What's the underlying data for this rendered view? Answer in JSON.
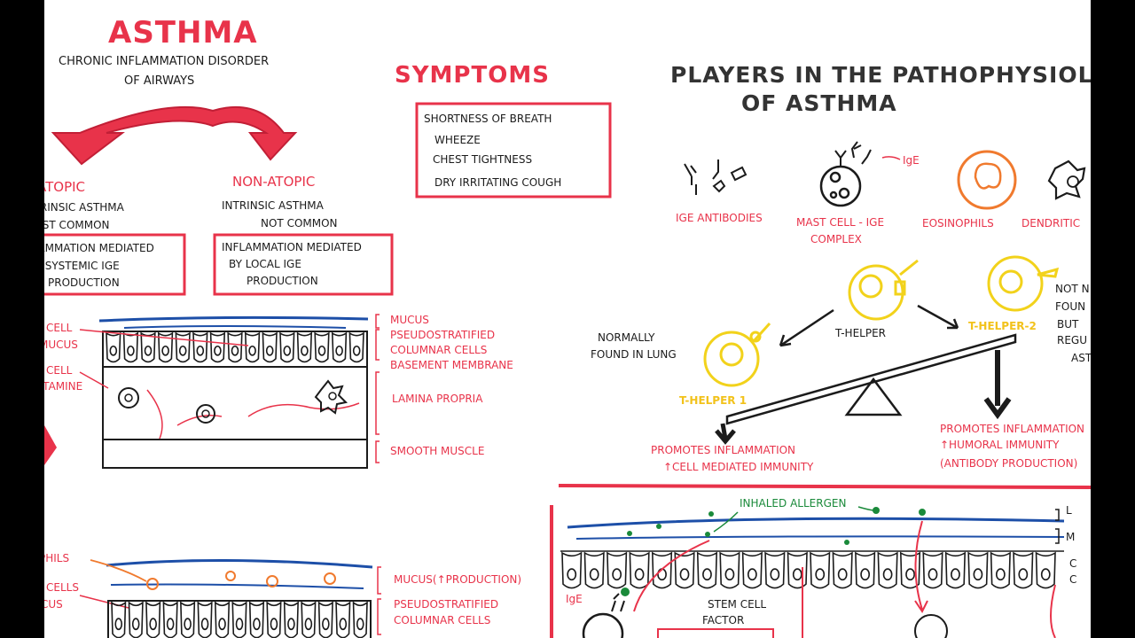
{
  "left": {
    "title": "ASTHMA",
    "subtitle_line1": "CHRONIC INFLAMMATION DISORDER",
    "subtitle_line2": "OF AIRWAYS",
    "atopic": {
      "heading": "ATOPIC",
      "line1": "EXTRINSIC ASTHMA",
      "line2": "MOST COMMON",
      "box_line1": "INFLAMMATION MEDIATED",
      "box_line2": "BY SYSTEMIC IgE",
      "box_line3": "PRODUCTION"
    },
    "non_atopic": {
      "heading": "NON-ATOPIC",
      "line1": "INTRINSIC ASTHMA",
      "line2": "NOT COMMON",
      "box_line1": "INFLAMMATION MEDIATED",
      "box_line2": "BY LOCAL IgE",
      "box_line3": "PRODUCTION"
    },
    "airway1": {
      "left_label1": "CELL",
      "left_label2": "MUCUS",
      "left_label3": "CELL",
      "left_label4": "HISTAMINE",
      "mucus": "MUCUS",
      "pseudo1": "PSEUDOSTRATIFIED",
      "pseudo2": "COLUMNAR CELLS",
      "basement": "BASEMENT MEMBRANE",
      "lamina": "LAMINA PROPRIA",
      "smooth": "SMOOTH MUSCLE"
    },
    "airway2": {
      "left_label1": "PHILS",
      "left_label2": "CELLS",
      "left_label3": "CUS",
      "mucus": "MUCUS(↑PRODUCTION)",
      "pseudo1": "PSEUDOSTRATIFIED",
      "pseudo2": "COLUMNAR CELLS"
    }
  },
  "symptoms": {
    "title": "SYMPTOMS",
    "items": [
      "SHORTNESS OF BREATH",
      "WHEEZE",
      "CHEST TIGHTNESS",
      "DRY IRRITATING COUGH"
    ]
  },
  "players": {
    "title_line1": "PLAYERS IN THE PATHOPHYSIOLOGY",
    "title_line2": "OF ASTHMA",
    "ige_tag": "IgE",
    "labels": {
      "ige_antibodies": "IgE ANTIBODIES",
      "mast_cell_line1": "MAST CELL - IgE",
      "mast_cell_line2": "COMPLEX",
      "eosinophils": "EOSINOPHILS",
      "dendritic": "DENDRITIC"
    },
    "t_helper": "T-HELPER",
    "t_helper_1": "T-HELPER 1",
    "t_helper_2": "T-HELPER-2",
    "normally_line1": "NORMALLY",
    "normally_line2": "FOUND IN LUNG",
    "right_note": [
      "NOT N",
      "FOUN",
      "BUT",
      "REGU",
      "ASTH"
    ],
    "th1_effect_line1": "PROMOTES INFLAMMATION",
    "th1_effect_line2": "↑CELL MEDIATED IMMUNITY",
    "th2_effect_line1": "PROMOTES INFLAMMATION",
    "th2_effect_line2": "↑HUMORAL IMMUNITY",
    "th2_effect_line3": "(ANTIBODY PRODUCTION)"
  },
  "bottom_right": {
    "inhaled_allergen": "INHALED ALLERGEN",
    "ige": "IgE",
    "stem_cell_line1": "STEM CELL",
    "stem_cell_line2": "FACTOR",
    "edge_labels": [
      "L",
      "M",
      "C",
      "C"
    ]
  },
  "colors": {
    "red": "#e8334a",
    "black": "#1b1b1b",
    "yellow": "#f2d21b",
    "orange": "#f07a2e",
    "blue": "#1d4fa8",
    "green": "#1a8a3a"
  }
}
